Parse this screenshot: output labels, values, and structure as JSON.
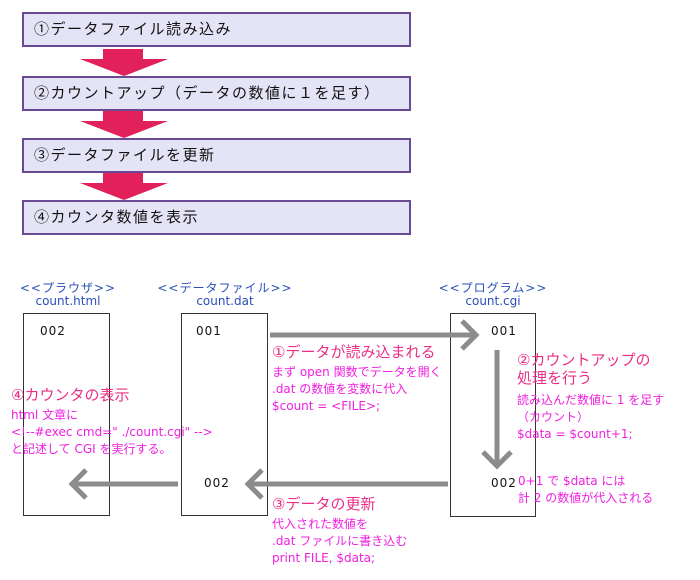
{
  "flow_steps": [
    {
      "label": "①データファイル読み込み"
    },
    {
      "label": "②カウントアップ（データの数値に１を足す）"
    },
    {
      "label": "③データファイルを更新"
    },
    {
      "label": "④カウンタ数値を表示"
    }
  ],
  "colors": {
    "step_fill": "#e4e4f6",
    "step_border": "#6a4a92",
    "flow_arrow": "#e2205a",
    "header_text": "#2a4fb8",
    "process_arrow": "#8c8c8c",
    "heading_text": "#ea2f86",
    "body_text": "#f020e0"
  },
  "columns": {
    "browser": {
      "stereotype": "<<プラウザ>>",
      "file": "count.html",
      "values": [
        "002"
      ]
    },
    "datafile": {
      "stereotype": "<<データファイル>>",
      "file": "count.dat",
      "values": [
        "001",
        "002"
      ]
    },
    "program": {
      "stereotype": "<<プログラム>>",
      "file": "count.cgi",
      "values": [
        "001",
        "002"
      ]
    }
  },
  "annotations": {
    "read": {
      "title": "①データが読み込まれる",
      "lines": [
        "まず open 関数でデータを開く",
        ".dat の数値を変数に代入",
        "$count = <FILE>;"
      ]
    },
    "countup": {
      "title": [
        "②カウントアップの",
        "処理を行う"
      ],
      "lines": [
        "読み込んだ数値に 1 を足す",
        "（カウント）",
        "$data = $count+1;"
      ]
    },
    "result": {
      "lines": [
        "0+1 で $data には",
        "計 2 の数値が代入される"
      ]
    },
    "update": {
      "title": "③データの更新",
      "lines": [
        "代入された数値を",
        ".dat ファイルに書き込む",
        "print FILE, $data;"
      ]
    },
    "display": {
      "title": "④カウンタの表示",
      "lines": [
        "html 文章に",
        "<!--#exec cmd=\" ./count.cgi\" -->",
        "と記述して CGI を実行する。"
      ]
    }
  }
}
